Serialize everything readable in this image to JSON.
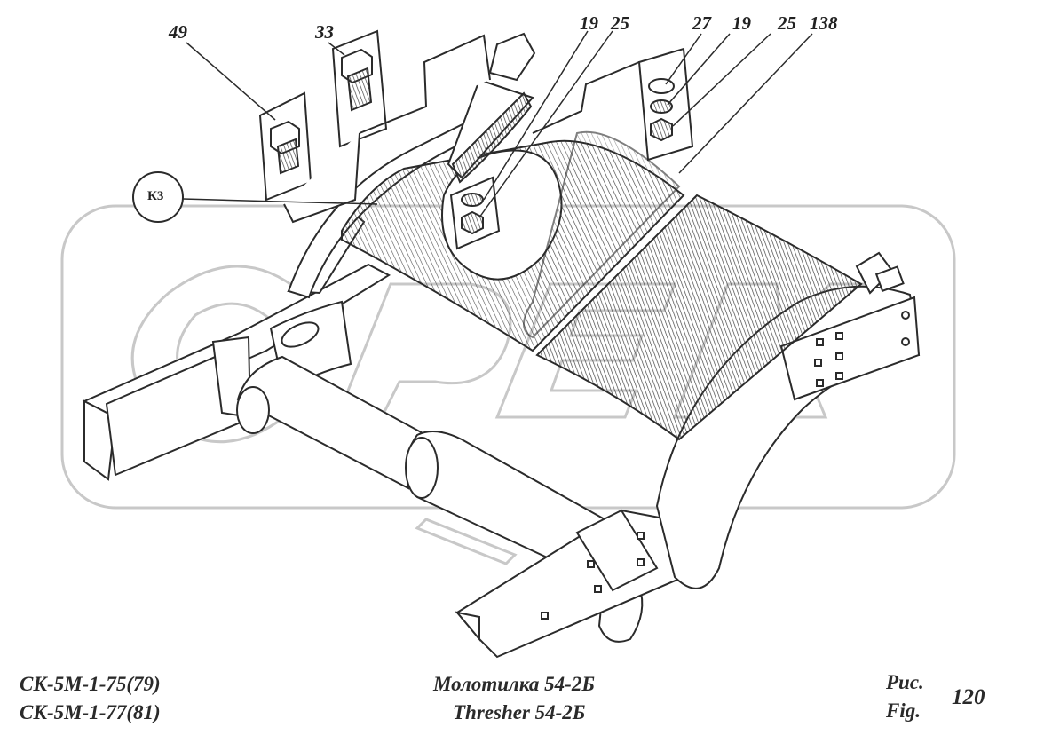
{
  "callouts": {
    "c49": "49",
    "c33": "33",
    "c19a": "19",
    "c25a": "25",
    "c27": "27",
    "c19b": "19",
    "c25b": "25",
    "c138": "138"
  },
  "detail_marker": "К3",
  "watermark": "OPEX",
  "footer": {
    "model_line1": "СК-5М-1-75(79)",
    "model_line2": "СК-5М-1-77(81)",
    "title_ru": "Молотилка  54-2Б",
    "title_en": "Thresher  54-2Б",
    "fig_ru": "Рис.",
    "fig_en": "Fig.",
    "fig_number": "120"
  },
  "colors": {
    "line": "#2b2b2b",
    "watermark": "#c8c8c8",
    "shading": "#6a6a6a"
  }
}
